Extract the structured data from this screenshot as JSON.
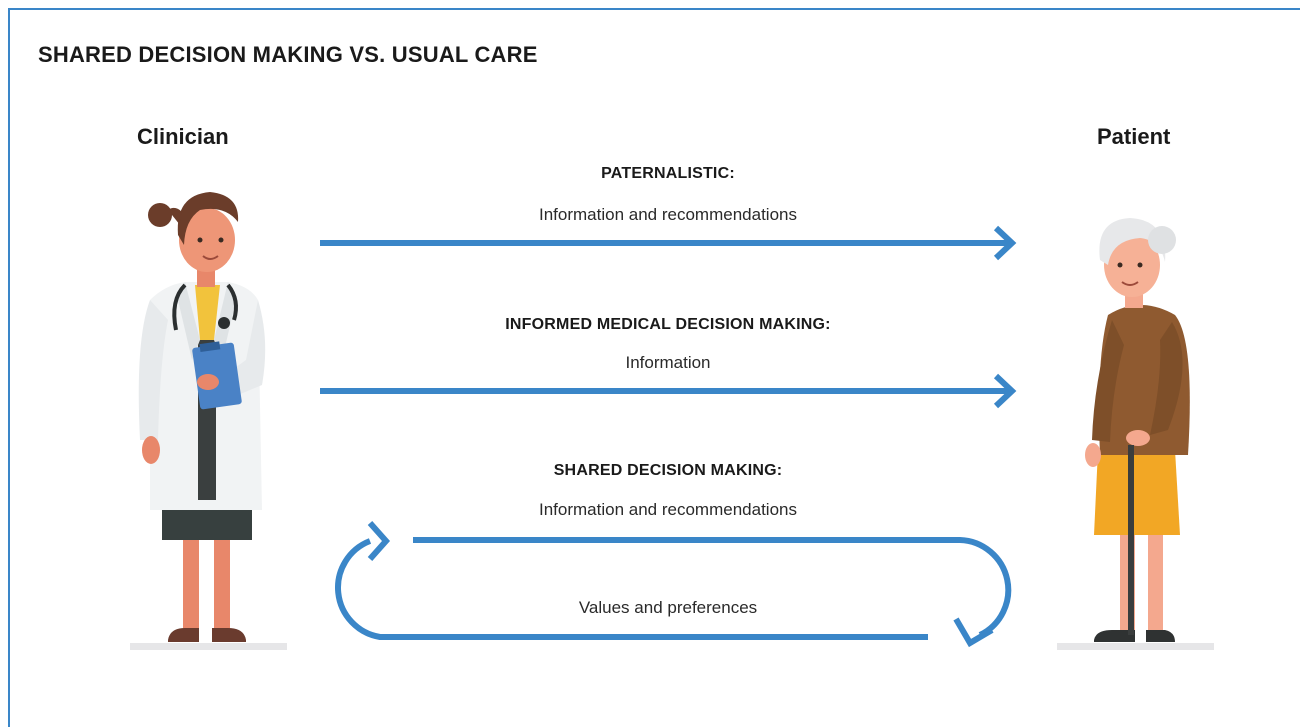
{
  "title": "SHARED DECISION MAKING VS. USUAL CARE",
  "clinician_label": "Clinician",
  "patient_label": "Patient",
  "models": [
    {
      "heading": "PATERNALISTIC:",
      "description": "Information and recommendations"
    },
    {
      "heading": "INFORMED MEDICAL DECISION MAKING:",
      "description": "Information"
    },
    {
      "heading": "SHARED DECISION MAKING:",
      "description": "Information and recommendations",
      "return_description": "Values and preferences"
    }
  ],
  "colors": {
    "arrow": "#3a86c8",
    "frame": "#3a86c8"
  }
}
